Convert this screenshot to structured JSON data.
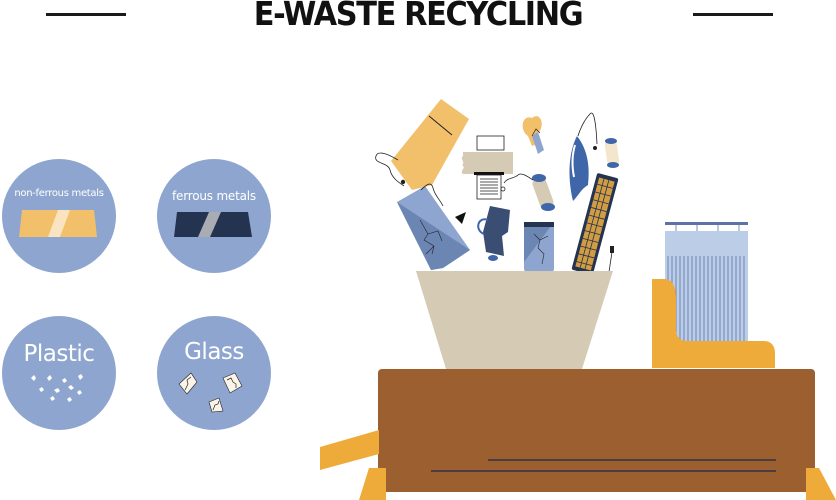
{
  "header": {
    "title": "E-WASTE RECYCLING"
  },
  "materials": [
    {
      "label": "non-ferrous metals",
      "icon": "gold-ingot-icon",
      "circle_color": "#8ea6cf",
      "ingot_color": "#f2c06a",
      "stripe_color": "#f9e3c0"
    },
    {
      "label": "ferrous metals",
      "icon": "iron-ingot-icon",
      "circle_color": "#8ea6cf",
      "ingot_color": "#233350",
      "stripe_color": "#a9acb3"
    },
    {
      "label": "Plastic",
      "icon": "plastic-flakes-icon",
      "circle_color": "#8ea6cf"
    },
    {
      "label": "Glass",
      "icon": "glass-shards-icon",
      "circle_color": "#8ea6cf"
    }
  ],
  "illustration": {
    "items": [
      "refrigerator",
      "printer",
      "light-bulb",
      "iron",
      "battery",
      "fuse",
      "cracked-monitor",
      "kettle",
      "cracked-smartphone",
      "circuit-board",
      "hair-dryer"
    ],
    "colors": {
      "hopper": "#d5cbb5",
      "machine_body": "#9c6030",
      "machine_accent": "#eeab3a",
      "filter": "#bccde8",
      "filter_lines": "#5b74a5",
      "navy": "#233350",
      "blue": "#3f66a8"
    }
  }
}
